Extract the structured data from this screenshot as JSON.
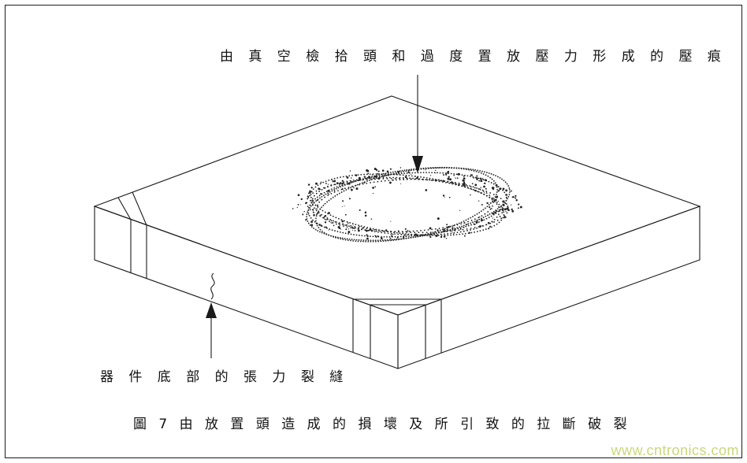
{
  "figure": {
    "top_annotation": "由 真 空 檢 拾 頭 和 過 度 置 放 壓 力 形 成 的 壓 痕",
    "bottom_annotation": "器 件 底 部 的 張 力 裂 縫",
    "caption": "圖 7 由 放 置 頭 造 成 的 損 壞 及 所 引 致 的 拉 斷 破 裂",
    "line_color": "#1a1a1a",
    "background_color": "#ffffff",
    "border_color": "#1c1c1c"
  },
  "watermark": {
    "text": "www.cntronics.com",
    "color": "#c9d87b"
  }
}
